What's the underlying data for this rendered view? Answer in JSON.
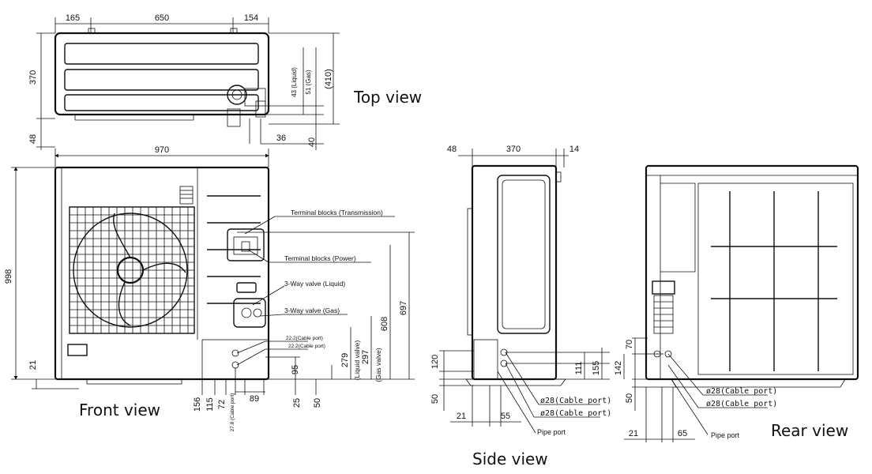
{
  "views": {
    "top": "Top view",
    "front": "Front view",
    "side": "Side view",
    "rear": "Rear view"
  },
  "top_view": {
    "w_left": "165",
    "w_mid": "650",
    "w_right": "154",
    "depth": "370",
    "overall": "(410)",
    "liquid": "43 (Liquid)",
    "gas": "51 (Gas)",
    "foot": "48",
    "d36": "36",
    "d40": "40"
  },
  "front_view": {
    "width": "970",
    "height": "998",
    "d21": "21",
    "d697": "697",
    "d608": "608",
    "d297": "297",
    "gas_valve": "(Gas valve)",
    "d279": "279",
    "liquid_valve": "(Liquid valve)",
    "d95": "95",
    "d156": "156",
    "d115": "115",
    "d72": "72",
    "cable_port_v": "27.8 (Cable port)",
    "d89": "89",
    "d25": "25",
    "d50": "50",
    "cable1": "22.2(Cable port)",
    "cable2": "22.2(Cable port)",
    "labels": {
      "term_trans": "Terminal blocks (Transmission)",
      "term_power": "Terminal blocks (Power)",
      "valve_liquid": "3-Way valve (Liquid)",
      "valve_gas": "3-Way valve (Gas)"
    }
  },
  "side_view": {
    "d48": "48",
    "d370": "370",
    "d14": "14",
    "d120": "120",
    "d50": "50",
    "d111": "111",
    "d155": "155",
    "port1": "ø28(Cable port)",
    "port2": "ø28(Cable port)",
    "d21": "21",
    "d55": "55",
    "pipe": "Pipe port"
  },
  "rear_view": {
    "d70": "70",
    "d142": "142",
    "d50": "50",
    "port1": "ø28(Cable port)",
    "port2": "ø28(Cable port)",
    "d21": "21",
    "d65": "65",
    "pipe": "Pipe port"
  }
}
